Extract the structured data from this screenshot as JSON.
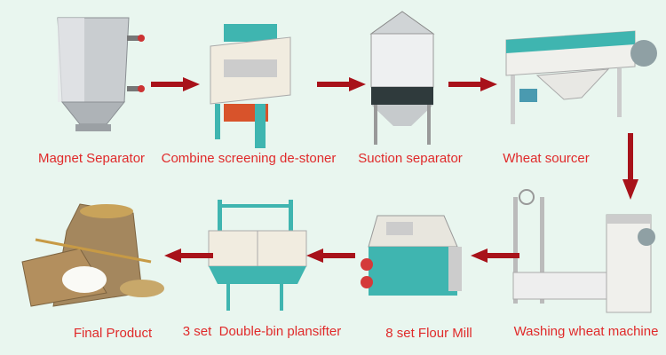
{
  "colors": {
    "label": "#e02a2a",
    "arrow": "#a8121a",
    "background": "#e9f6ef",
    "machine_teal": "#3fb5b0"
  },
  "steps": [
    {
      "label": "Magnet Separator"
    },
    {
      "label": "Combine screening de-stoner"
    },
    {
      "label": "Suction separator"
    },
    {
      "label": "Wheat sourcer"
    },
    {
      "label": "Washing wheat machine"
    },
    {
      "label": "8 set Flour Mill"
    },
    {
      "label": "3 set  Double-bin plansifter"
    },
    {
      "label": "Final Product"
    }
  ]
}
